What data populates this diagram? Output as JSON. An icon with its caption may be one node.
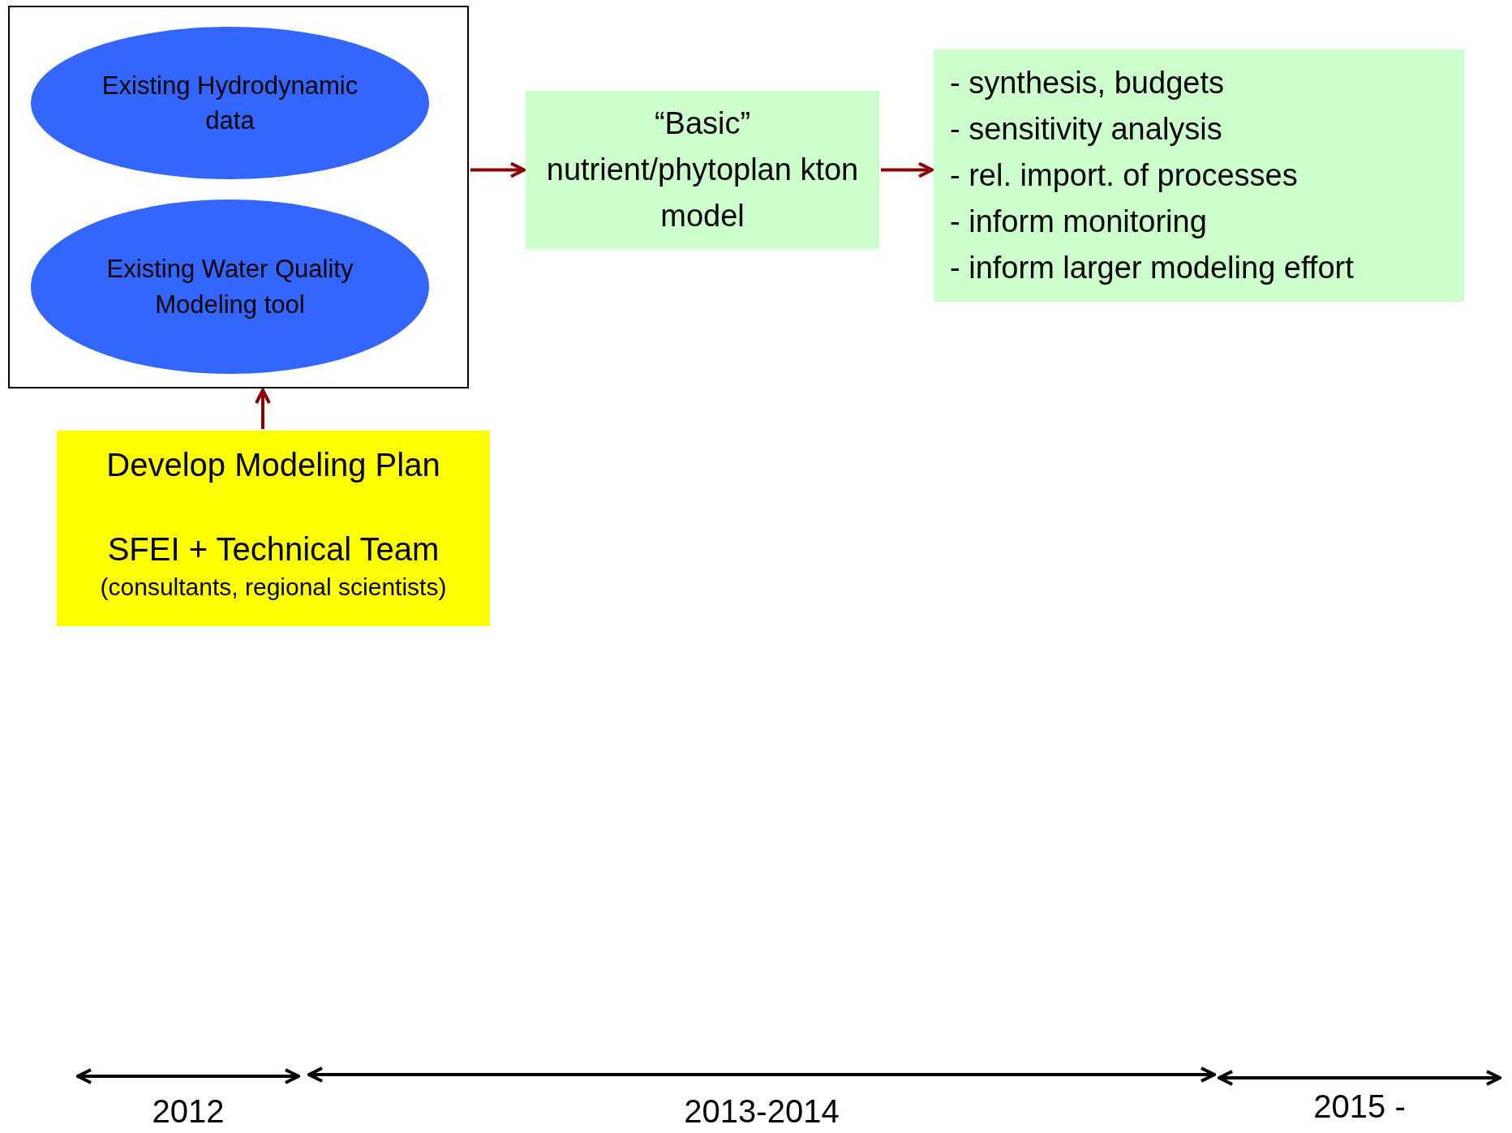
{
  "diagram": {
    "nodes": [
      {
        "text": [],
        "shape": "box"
      },
      {
        "text": [
          "Existing Hydrodynamic data"
        ],
        "in": 0
      },
      {
        "text": [
          "Existing Water Quality Modeling tool"
        ],
        "in": 0
      },
      {
        "text": [
          "“Basic” nutrient/phytoplan kton model"
        ]
      },
      {
        "text": [
          "- synthesis, budgets",
          "- sensitivity analysis",
          "- rel. import. of processes",
          "- inform monitoring",
          "- inform larger modeling effort"
        ]
      },
      {
        "text": [
          "Develop Modeling Plan",
          "SFEI + Technical Team",
          "(consultants, regional scientists)"
        ]
      }
    ],
    "edges": [
      {
        "from": 0,
        "to": 3,
        "arrow": "to"
      },
      {
        "from": 3,
        "to": 4,
        "arrow": "to"
      },
      {
        "from": 5,
        "to": 0,
        "arrow": "to"
      }
    ],
    "labels": [
      "2012",
      "2013-2014",
      "2015 -"
    ]
  }
}
